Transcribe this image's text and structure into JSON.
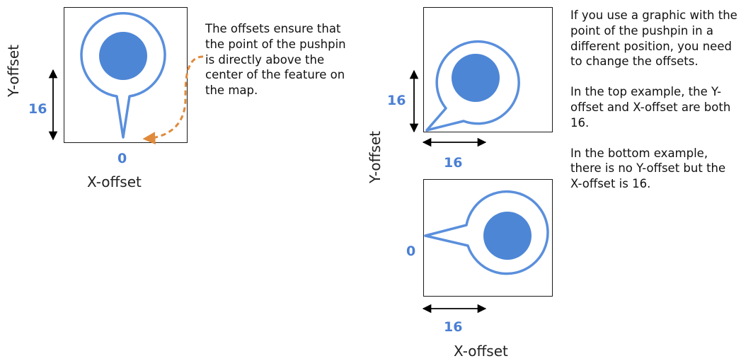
{
  "colors": {
    "pin_fill": "#4e86d6",
    "pin_stroke": "#5a8fdc",
    "number": "#4a7fd4",
    "callout_arrow": "#e08a3c",
    "frame": "#1a1a1a"
  },
  "left_example": {
    "y_offset_label": "Y-offset",
    "y_value": "16",
    "x_value": "0",
    "x_offset_label": "X-offset",
    "caption": "The offsets ensure that the point of the pushpin is directly above the center of the feature on the map."
  },
  "right_examples": {
    "top": {
      "y_value": "16",
      "x_value": "16"
    },
    "shared_y_offset_label": "Y-offset",
    "bottom": {
      "y_value": "0",
      "x_value": "16",
      "x_offset_label": "X-offset"
    },
    "explanation": {
      "para1": "If you use a graphic with the point of the pushpin in a different position, you need to change the offsets.",
      "para2": "In the top example, the Y-offset and X-offset are both 16.",
      "para3": "In the bottom example, there is no Y-offset but the X-offset is 16."
    }
  }
}
